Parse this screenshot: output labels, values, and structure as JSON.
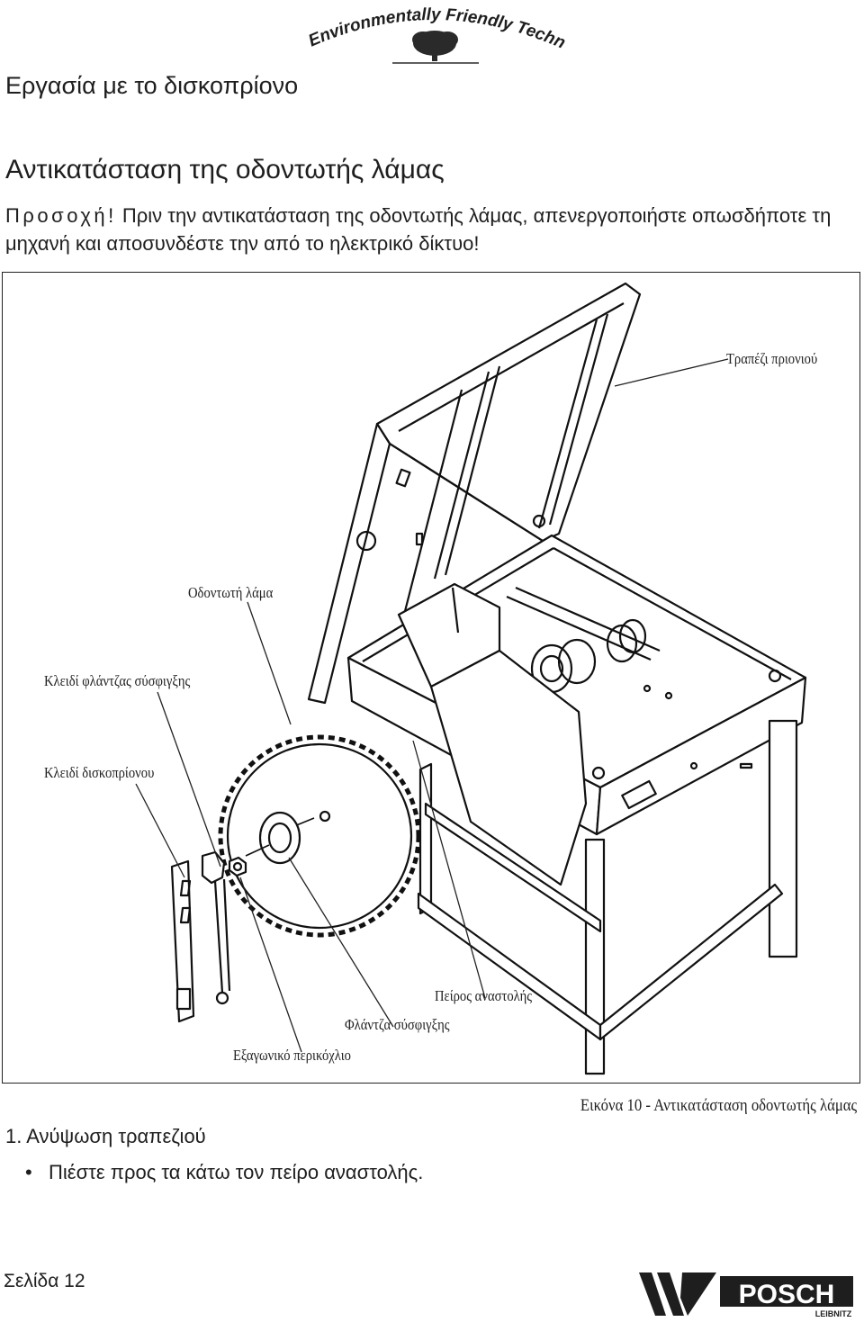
{
  "header": {
    "tagline": "Environmentally Friendly Technology",
    "section_title": "Εργασία με το δισκοπρίονο"
  },
  "content": {
    "heading": "Αντικατάσταση της οδοντωτής λάμας",
    "warning_label": "Προσοχή!",
    "warning_text": "Πριν την αντικατάσταση της οδοντωτής λάμας, απενεργοποιήστε οπωσδήποτε τη μηχανή και αποσυνδέστε την από το ηλεκτρικό δίκτυο!",
    "step_title": "1. Ανύψωση τραπεζιού",
    "step_bullet": "Πιέστε προς τα κάτω τον πείρο αναστολής.",
    "bullet_symbol": "•"
  },
  "figure": {
    "callouts": {
      "saw_table": "Τραπέζι πριονιού",
      "saw_blade": "Οδοντωτή λάμα",
      "flange_key": "Κλειδί φλάντζας σύσφιγξης",
      "saw_key": "Κλειδί δισκοπρίονου",
      "stop_pin": "Πείρος αναστολής",
      "clamp_flange": "Φλάντζα σύσφιγξης",
      "hex_nut": "Εξαγωνικό περικόχλιο"
    },
    "caption": "Εικόνα 10 - Αντικατάσταση οδοντωτής λάμας"
  },
  "footer": {
    "page_label": "Σελίδα 12",
    "brand_logo": "POSCH",
    "brand_sub": "LEIBNITZ"
  },
  "colors": {
    "ink": "#1e1e1e",
    "line": "#222222"
  },
  "icons": {
    "tree": "tree-icon",
    "logo_mark": "posch-w-mark"
  }
}
